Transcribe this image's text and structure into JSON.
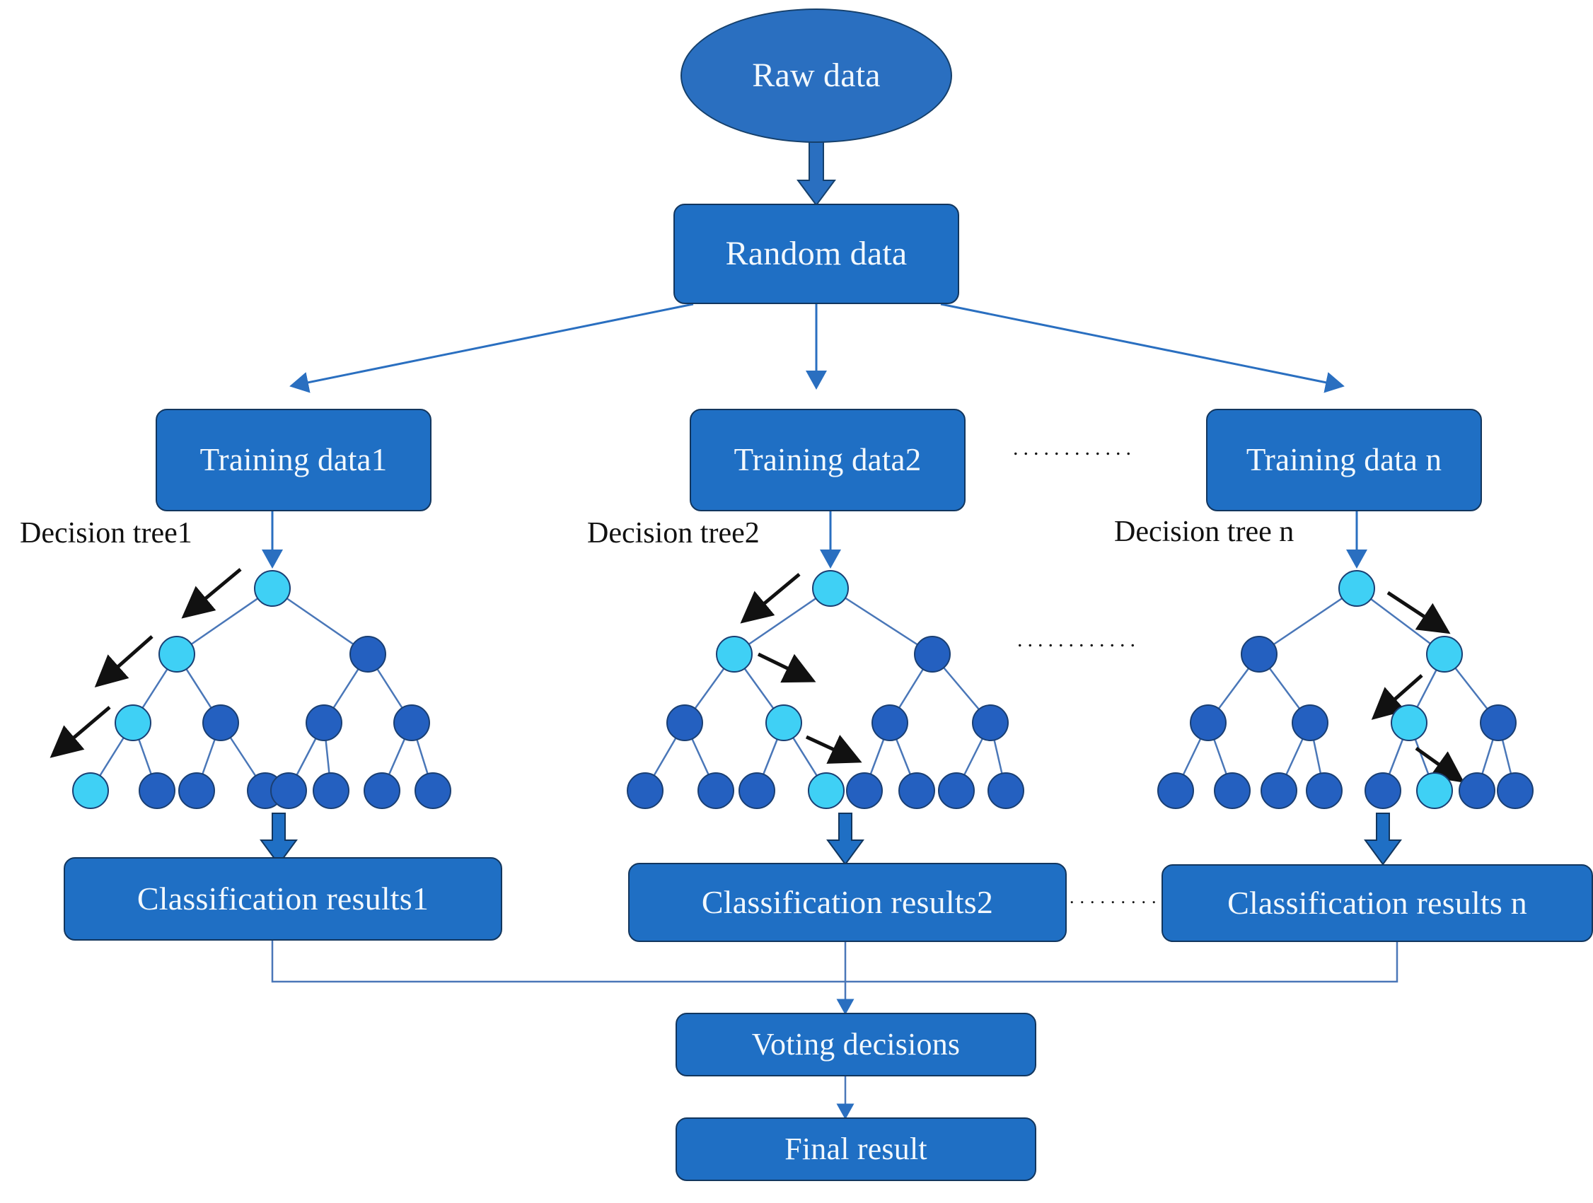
{
  "diagram": {
    "title_nodes": {
      "raw_data": "Raw data",
      "random_data": "Random data",
      "voting": "Voting decisions",
      "final": "Final result"
    },
    "training": [
      {
        "label": "Training data1"
      },
      {
        "label": "Training data2"
      },
      {
        "label": "Training data n"
      }
    ],
    "tree_labels": [
      "Decision tree1",
      "Decision tree2",
      "Decision tree n"
    ],
    "results": [
      {
        "label": "Classification results1"
      },
      {
        "label": "Classification results2"
      },
      {
        "label": "Classification results n"
      }
    ],
    "ellipsis": {
      "training_row": "............",
      "tree_row": "............",
      "results_row": "........."
    },
    "colors": {
      "box_fill": "#1f6fc4",
      "box_border": "#12365e",
      "node_dark": "#2460c0",
      "node_light": "#3fd0f5",
      "edge": "#4a77b8",
      "arrow_black": "#111111",
      "text_on_box": "#f2f8fd",
      "text_plain": "#111111",
      "background": "#ffffff"
    }
  }
}
